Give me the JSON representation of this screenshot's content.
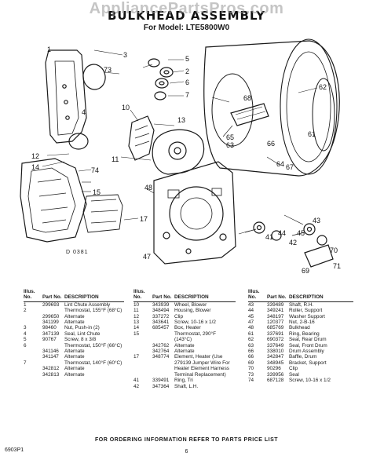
{
  "watermark": "AppliancePartsPros.com",
  "title": "BULKHEAD ASSEMBLY",
  "model_line": "For Model: LTE5800W0",
  "diagram": {
    "code": "D 0381",
    "callouts": [
      "1",
      "2",
      "3",
      "4",
      "5",
      "6",
      "7",
      "10",
      "11",
      "12",
      "13",
      "14",
      "15",
      "17",
      "41",
      "42",
      "43",
      "44",
      "45",
      "47",
      "48",
      "61",
      "62",
      "63",
      "64",
      "65",
      "66",
      "67",
      "68",
      "69",
      "70",
      "71",
      "73",
      "74"
    ]
  },
  "table": {
    "headers": {
      "illus": "Illus. No.",
      "part": "Part No.",
      "desc": "DESCRIPTION"
    },
    "col1": [
      [
        "1",
        "299693",
        "Lint Chute Assembly"
      ],
      [
        "2",
        "",
        "Thermostat, 155°F (68°C)"
      ],
      [
        "",
        "299650",
        "Alternate"
      ],
      [
        "",
        "341199",
        "Alternate"
      ],
      [
        "3",
        "98460",
        "Nut, Push-in (2)"
      ],
      [
        "4",
        "347139",
        "Seal, Lint Chute"
      ],
      [
        "5",
        "90767",
        "Screw, 8 x 3/8"
      ],
      [
        "6",
        "",
        "Thermostat, 150°F (66°C)"
      ],
      [
        "",
        "341146",
        "Alternate"
      ],
      [
        "",
        "341147",
        "Alternate"
      ],
      [
        "7",
        "",
        "Thermostat, 140°F (60°C)"
      ],
      [
        "",
        "342812",
        "Alternate"
      ],
      [
        "",
        "342813",
        "Alternate"
      ]
    ],
    "col2": [
      [
        "10",
        "343939",
        "Wheel, Blower"
      ],
      [
        "11",
        "348494",
        "Housing, Blower"
      ],
      [
        "12",
        "337272",
        "Clip"
      ],
      [
        "13",
        "343641",
        "Screw, 10-16 x 1/2"
      ],
      [
        "14",
        "685457",
        "Box, Heater"
      ],
      [
        "15",
        "",
        "Thermostat, 290°F (143°C)"
      ],
      [
        "",
        "342762",
        "Alternate"
      ],
      [
        "",
        "342764",
        "Alternate"
      ],
      [
        "17",
        "348774",
        "Element, Heater (Use 279139 Jumper Wire For Heater Element Harness Terminal Replacement)"
      ],
      [
        "41",
        "339491",
        "Ring, Tri"
      ],
      [
        "42",
        "347364",
        "Shaft, L.H."
      ]
    ],
    "col3": [
      [
        "43",
        "339489",
        "Shaft, R.H."
      ],
      [
        "44",
        "349241",
        "Roller, Support"
      ],
      [
        "45",
        "348197",
        "Washer Support"
      ],
      [
        "47",
        "120377",
        "Nut, 2-B-16"
      ],
      [
        "48",
        "685769",
        "Bulkhead"
      ],
      [
        "61",
        "337691",
        "Ring, Bearing"
      ],
      [
        "62",
        "690372",
        "Seal, Rear Drum"
      ],
      [
        "63",
        "337649",
        "Seal, Front Drum"
      ],
      [
        "66",
        "338010",
        "Drum Assembly"
      ],
      [
        "66",
        "342847",
        "Baffle, Drum"
      ],
      [
        "69",
        "348945",
        "Bracket, Support"
      ],
      [
        "70",
        "90296",
        "Clip"
      ],
      [
        "73",
        "339956",
        "Seal"
      ],
      [
        "74",
        "687128",
        "Screw, 10-16 x 1/2"
      ]
    ]
  },
  "footer": "FOR ORDERING INFORMATION REFER TO PARTS PRICE LIST",
  "page_number": "6",
  "form_code": "6903P1"
}
